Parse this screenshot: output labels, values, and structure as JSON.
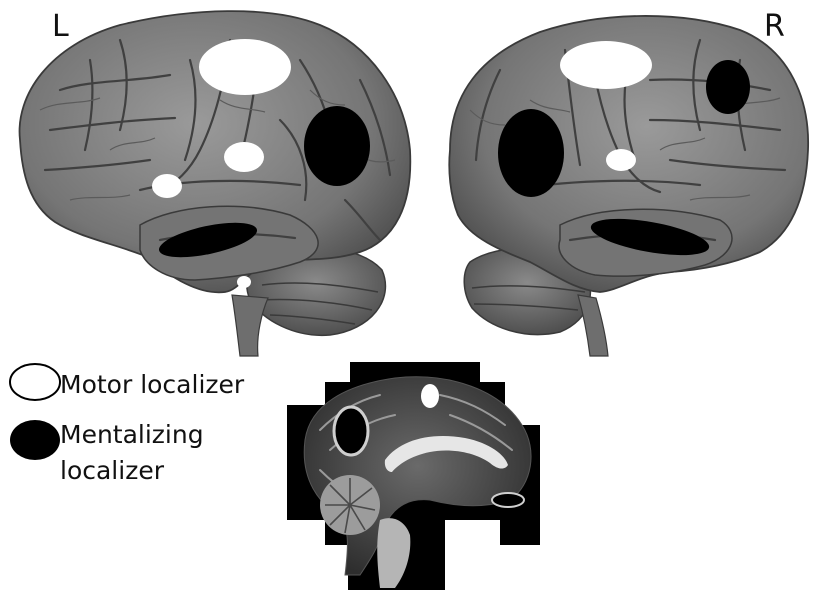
{
  "hemisphere_labels": {
    "left": "L",
    "right": "R"
  },
  "legend": {
    "motor": {
      "label": "Motor localizer",
      "marker_color": "#ffffff"
    },
    "mentalizing": {
      "label_line1": "Mentalizing",
      "label_line2": "localizer",
      "marker_color": "#000000"
    }
  },
  "colors": {
    "brain_surface": "#7a7a7a",
    "brain_sulci": "#3f3f3f",
    "background": "#ffffff",
    "slice_background": "#000000"
  }
}
